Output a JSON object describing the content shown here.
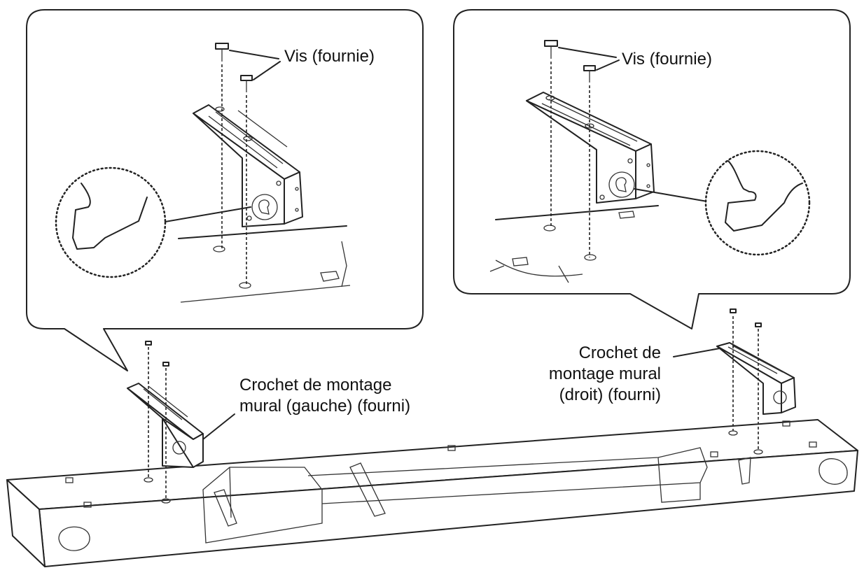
{
  "callouts": {
    "left": {
      "screws_label": "Vis (fournie)"
    },
    "right": {
      "screws_label": "Vis (fournie)"
    }
  },
  "labels": {
    "left_bracket": [
      "Crochet de montage",
      "mural (gauche) (fourni)"
    ],
    "right_bracket": [
      "Crochet de",
      "montage mural",
      "(droit) (fourni)"
    ]
  }
}
